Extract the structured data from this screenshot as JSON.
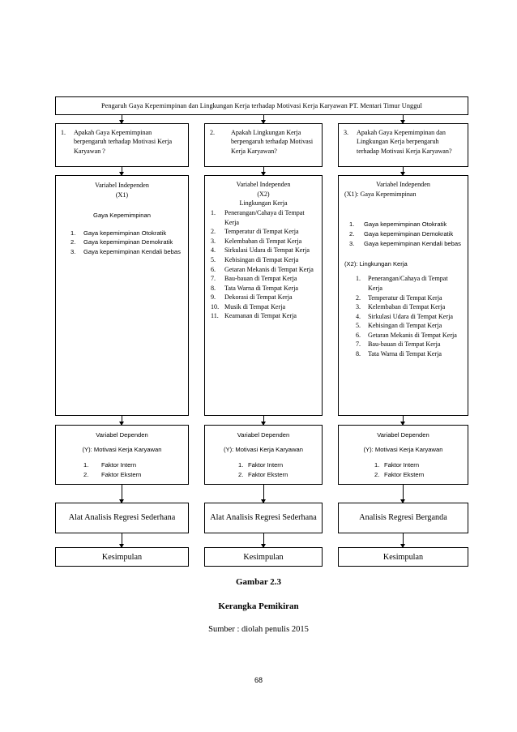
{
  "figure": {
    "title_box": "Pengaruh Gaya Kepemimpinan dan Lingkungan Kerja terhadap Motivasi Kerja Karyawan PT. Mentari Timur Unggul",
    "caption_number": "Gambar 2.3",
    "caption_title": "Kerangka Pemikiran",
    "caption_source": "Sumber : diolah penulis 2015",
    "page_number": "68"
  },
  "columns": [
    {
      "question": {
        "number": "1.",
        "text": "Apakah Gaya Kepemimpinan berpengaruh terhadap Motivasi Kerja Karyawan ?"
      },
      "independent": {
        "heading_line1": "Variabel Independen",
        "heading_line2": "(X1)",
        "subheading": "Gaya Kepemimpinan",
        "items": [
          "Gaya kepemimpinan Otokratik",
          "Gaya kepemimpinan Demokratik",
          "Gaya kepemimpinan Kendali bebas"
        ]
      },
      "dependent": {
        "heading": "Variabel Dependen",
        "subheading": "(Y): Motivasi Kerja Karyawan",
        "items": [
          "Faktor Intern",
          "Faktor Ekstern"
        ]
      },
      "analysis": "Alat Analisis Regresi Sederhana",
      "conclusion": "Kesimpulan"
    },
    {
      "question": {
        "number": "2.",
        "text": "Apakah Lingkungan Kerja berpengaruh terhadap Motivasi Kerja Karyawan?"
      },
      "independent": {
        "heading_line1": "Variabel Independen",
        "heading_line2": "(X2)",
        "subheading": "Lingkungan Kerja",
        "items": [
          "Penerangan/Cahaya di Tempat Kerja",
          "Temperatur di Tempat Kerja",
          "Kelembaban di Tempat Kerja",
          "Sirkulasi Udara di Tempat Kerja",
          "Kebisingan di Tempat Kerja",
          "Getaran Mekanis di Tempat Kerja",
          "Bau-bauan di Tempat Kerja",
          "Tata Warna di Tempat Kerja",
          "Dekorasi di Tempat Kerja",
          "Musik di Tempat Kerja",
          "Keamanan di Tempat Kerja"
        ]
      },
      "dependent": {
        "heading": "Variabel Dependen",
        "subheading": "(Y): Motivasi Kerja Karyawan",
        "items": [
          "Faktor Intern",
          "Faktor Ekstern"
        ]
      },
      "analysis": "Alat Analisis Regresi Sederhana",
      "conclusion": "Kesimpulan"
    },
    {
      "question": {
        "number": "3.",
        "text": "Apakah Gaya Kepemimpinan dan Lingkungan Kerja berpengaruh terhadap Motivasi Kerja Karyawan?"
      },
      "independent": {
        "heading_line1": "Variabel Independen",
        "label_x1": "(X1): Gaya Kepemimpinan",
        "items_x1": [
          "Gaya kepemimpinan Otokratik",
          "Gaya kepemimpinan Demokratik",
          "Gaya kepemimpinan Kendali bebas"
        ],
        "label_x2": "(X2): Lingkungan Kerja",
        "items_x2": [
          "Penerangan/Cahaya di Tempat Kerja",
          "Temperatur di Tempat Kerja",
          "Kelembaban di Tempat Kerja",
          "Sirkulasi Udara di Tempat Kerja",
          "Kebisingan di Tempat Kerja",
          "Getaran Mekanis di Tempat Kerja",
          "Bau-bauan di Tempat Kerja",
          "Tata Warna di Tempat Kerja"
        ]
      },
      "dependent": {
        "heading": "Variabel Dependen",
        "subheading": "(Y): Motivasi Kerja Karyawan",
        "items": [
          "Faktor Intern",
          "Faktor Ekstern"
        ]
      },
      "analysis": "Analisis Regresi Berganda",
      "conclusion": "Kesimpulan"
    }
  ],
  "numbering": {
    "n1": "1.",
    "n2": "2.",
    "n3": "3.",
    "n4": "4.",
    "n5": "5.",
    "n6": "6.",
    "n7": "7.",
    "n8": "8.",
    "n9": "9.",
    "n10": "10.",
    "n11": "11."
  }
}
